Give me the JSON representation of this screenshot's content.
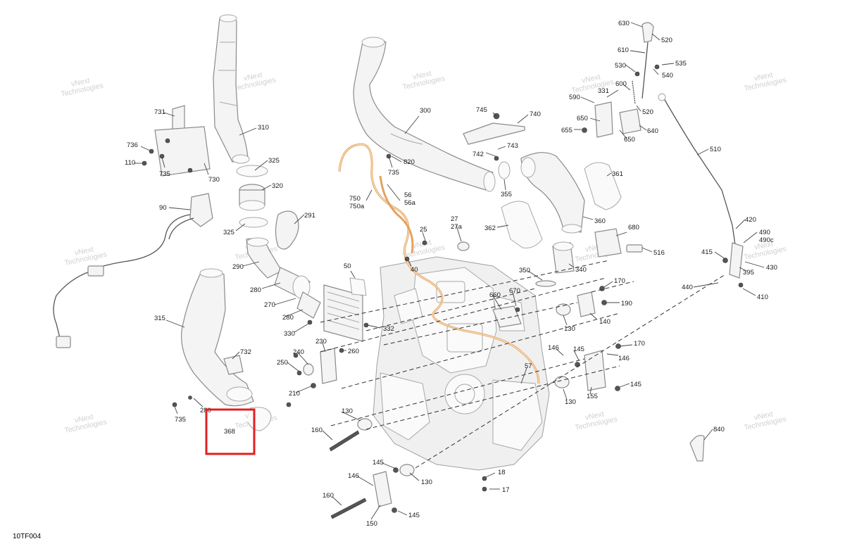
{
  "figure": {
    "reference_code": "10TF004",
    "watermark_line1": "vNext",
    "watermark_line2": "Technologies",
    "highlight_color": "#e02020"
  },
  "callouts": {
    "c731": "731",
    "c736": "736",
    "c110": "110",
    "c735a": "735",
    "c730": "730",
    "c310": "310",
    "c325a": "325",
    "c320": "320",
    "c325b": "325",
    "c291": "291",
    "c90": "90",
    "c290": "290",
    "c280a": "280",
    "c270": "270",
    "c280b": "280",
    "c330": "330",
    "c332": "332",
    "c50": "50",
    "c315": "315",
    "c732": "732",
    "c735b": "735",
    "c280c": "280",
    "c368": "368",
    "c300": "300",
    "c735c": "735",
    "c820": "820",
    "c745": "745",
    "c740": "740",
    "c742": "742",
    "c743": "743",
    "c355": "355",
    "c361": "361",
    "c362": "362",
    "c360": "360",
    "c750": "750",
    "c750a": "750a",
    "c56": "56",
    "c56a": "56a",
    "c25": "25",
    "c27": "27",
    "c27a": "27a",
    "c40": "40",
    "c680": "680",
    "c516": "516",
    "c340": "340",
    "c350": "350",
    "c660": "660",
    "c670": "670",
    "c170a": "170",
    "c190": "190",
    "c140": "140",
    "c130a": "130",
    "c146a": "146",
    "c145a": "145",
    "c170b": "170",
    "c146b": "146",
    "c155": "155",
    "c145b": "145",
    "c130b": "130",
    "c240": "240",
    "c230": "230",
    "c260": "260",
    "c250": "250",
    "c210": "210",
    "c57": "57",
    "c130c": "130",
    "c160a": "160",
    "c145c": "145",
    "c146c": "146",
    "c130d": "130",
    "c18": "18",
    "c17": "17",
    "c160b": "160",
    "c150": "150",
    "c145d": "145",
    "c630": "630",
    "c520a": "520",
    "c610": "610",
    "c535": "535",
    "c530": "530",
    "c540": "540",
    "c600": "600",
    "c331": "331",
    "c590": "590",
    "c520b": "520",
    "c650a": "650",
    "c655": "655",
    "c640": "640",
    "c650b": "650",
    "c510": "510",
    "c420": "420",
    "c490": "490",
    "c490c": "490c",
    "c415": "415",
    "c395": "395",
    "c430": "430",
    "c440": "440",
    "c410": "410",
    "c840": "840"
  }
}
